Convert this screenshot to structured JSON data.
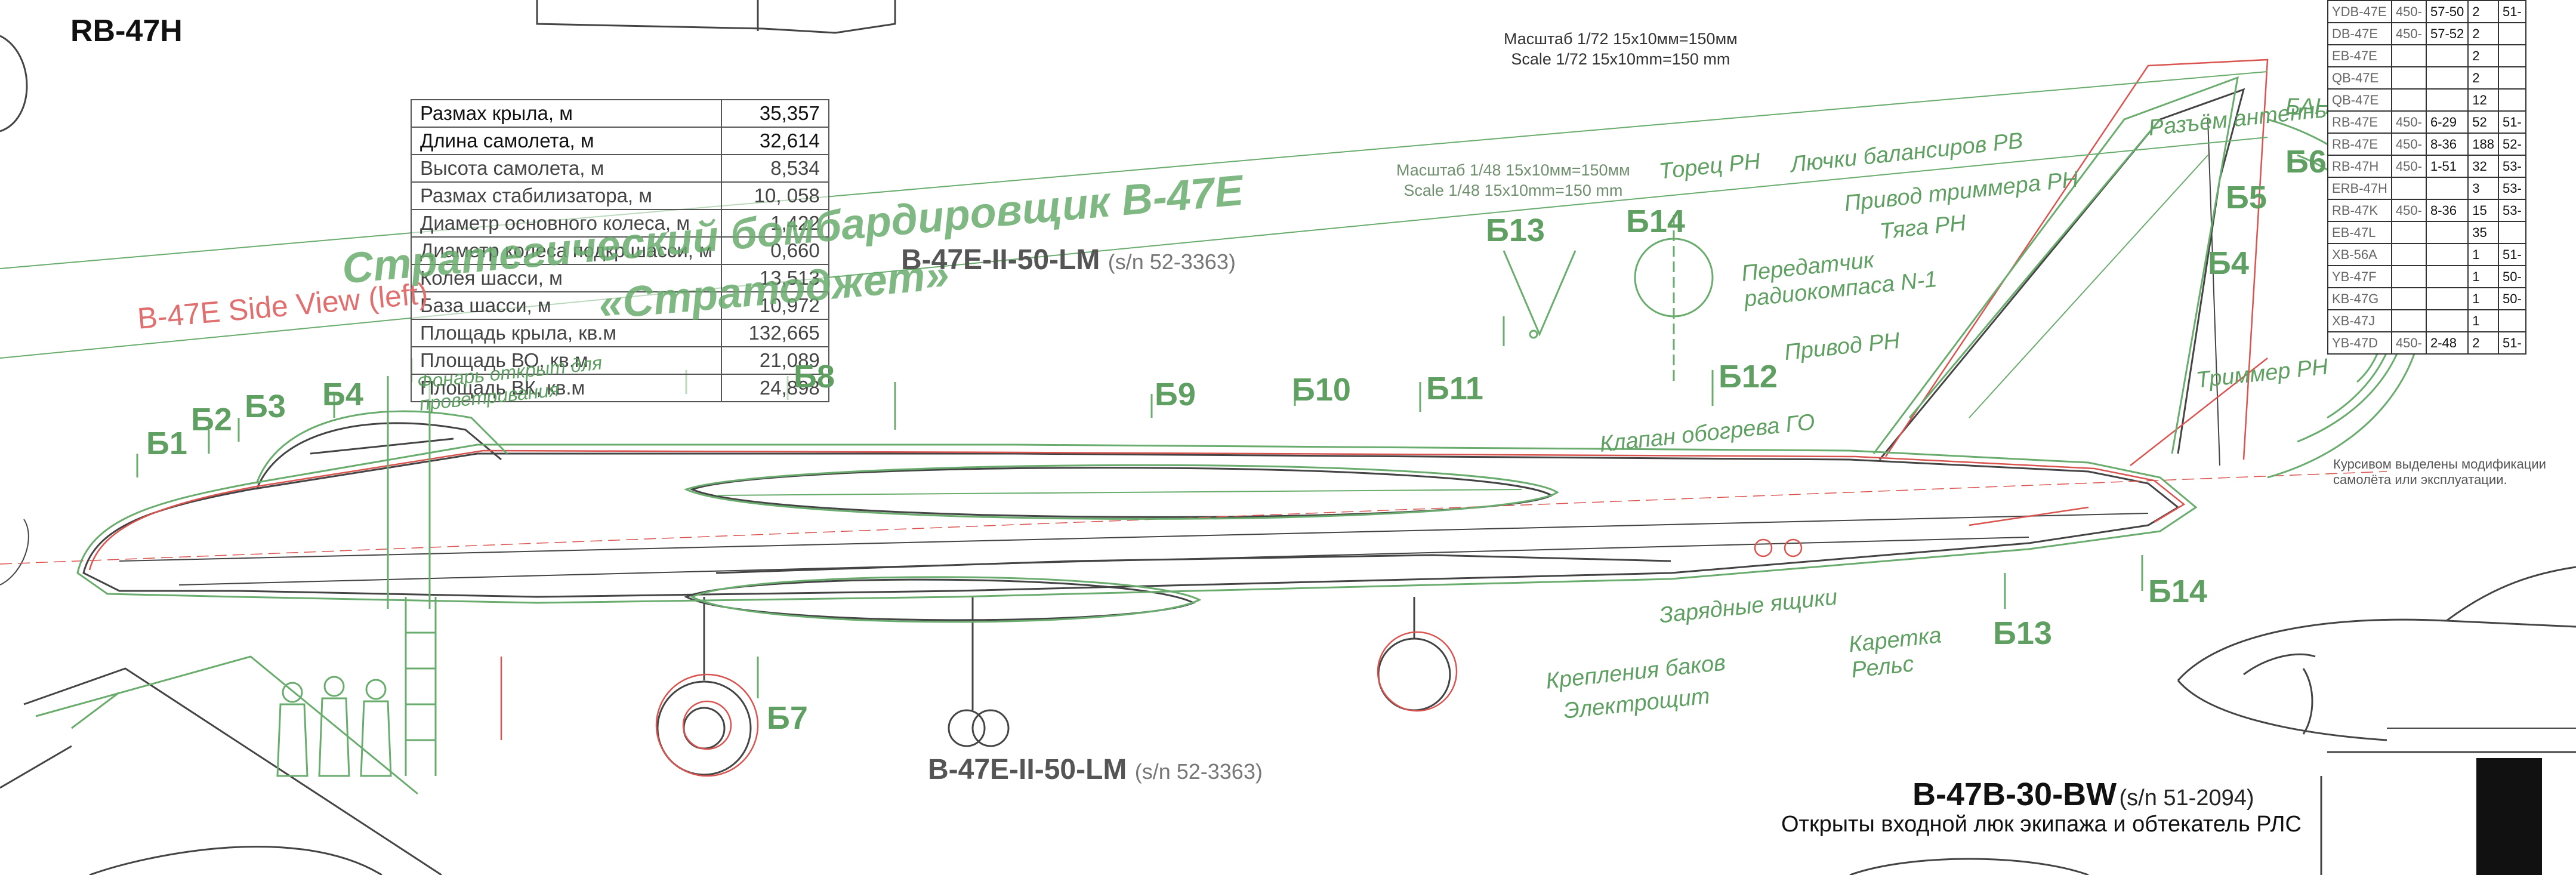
{
  "corner_title": "RB-47H",
  "scale_72": {
    "line1": "Масштаб 1/72  15х10мм=150мм",
    "line2": "Scale 1/72 15x10mm=150 mm"
  },
  "scale_48": {
    "line1": "Масштаб 1/48  15х10мм=150мм",
    "line2": "Scale 1/48 15x10mm=150 mm"
  },
  "specs": [
    {
      "label": "Размах крыла, м",
      "value": "35,357"
    },
    {
      "label": "Длина самолета, м",
      "value": "32,614"
    },
    {
      "label": "Высота самолета, м",
      "value": "8,534"
    },
    {
      "label": "Размах стабилизатора, м",
      "value": "10, 058"
    },
    {
      "label": "Диаметр основного колеса, м",
      "value": "1,422"
    },
    {
      "label": "Диаметр колеса подкр.шасси, м",
      "value": "0,660"
    },
    {
      "label": "Колея шасси, м",
      "value": "13,513"
    },
    {
      "label": "База шасси, м",
      "value": "10,972"
    },
    {
      "label": "Площадь крыла, кв.м",
      "value": "132,665"
    },
    {
      "label": "Площадь ВО, кв.м",
      "value": "21,089"
    },
    {
      "label": "Площадь ВК, кв.м",
      "value": "24,898"
    }
  ],
  "overlay_title": {
    "line1": "Стратегический бомбардировщик B-47E",
    "line2": "«Стратоджет»"
  },
  "side_view_label": "B-47E Side View (left)",
  "model_top": {
    "name": "B-47E-II-50-LM",
    "sn": "(s/n 52-3363)"
  },
  "model_bottom": {
    "name": "B-47E-II-50-LM",
    "sn": "(s/n 52-3363)"
  },
  "bw": {
    "name": "B-47B-30-BW",
    "sn": "(s/n 51-2094)",
    "caption": "Открыты входной люк экипажа и обтекатель РЛС"
  },
  "callouts": {
    "antenna": "Разъём антенны",
    "hatches": "Лючки балансиров РВ",
    "trim_drive": "Привод триммера РН",
    "rudder_rod": "Тяга РН",
    "rudder_end": "Торец РН",
    "transmitter": "Передатчик радиокомпаса N-1",
    "rudder_drive": "Привод РН",
    "rudder_trim": "Триммер РН",
    "stab_heating": "Клапан обогрева ГО",
    "crossbar": "Крепления баков",
    "electric": "Электрощит",
    "charging_boxes": "Зарядные ящики",
    "carriage": "Каретка Рельс",
    "ventilation": "Фонарь открыт для проветривания",
    "bano": "БАНО"
  },
  "stations": [
    "Б1",
    "Б2",
    "Б3",
    "Б4",
    "Б5",
    "Б6",
    "Б7",
    "Б8",
    "Б9",
    "Б10",
    "Б11",
    "Б12",
    "Б13",
    "Б14"
  ],
  "side_table": {
    "rows": [
      [
        "YDB-47E",
        "450-",
        "57-50",
        "2",
        "51-"
      ],
      [
        "DB-47E",
        "450-",
        "57-52",
        "2",
        ""
      ],
      [
        "EB-47E",
        "",
        "",
        "2",
        ""
      ],
      [
        "QB-47E",
        "",
        "",
        "2",
        ""
      ],
      [
        "QB-47E",
        "",
        "",
        "12",
        ""
      ],
      [
        "RB-47E",
        "450-",
        "6-29",
        "52",
        "51-"
      ],
      [
        "RB-47E",
        "450-",
        "8-36",
        "188",
        "52-"
      ],
      [
        "RB-47H",
        "450-",
        "1-51",
        "32",
        "53-"
      ],
      [
        "ERB-47H",
        "",
        "",
        "3",
        "53-"
      ],
      [
        "RB-47K",
        "450-",
        "8-36",
        "15",
        "53-"
      ],
      [
        "EB-47L",
        "",
        "",
        "35",
        ""
      ],
      [
        "XB-56A",
        "",
        "",
        "1",
        "51-"
      ],
      [
        "YB-47F",
        "",
        "",
        "1",
        "50-"
      ],
      [
        "KB-47G",
        "",
        "",
        "1",
        "50-"
      ],
      [
        "XB-47J",
        "",
        "",
        "1",
        ""
      ],
      [
        "YB-47D",
        "450-",
        "2-48",
        "2",
        "51-"
      ]
    ],
    "note": "Курсивом выделены модификации самолёта или эксплуатации."
  },
  "colors": {
    "green": "#6aac6e",
    "red": "#d9534f",
    "grey": "#555555"
  }
}
